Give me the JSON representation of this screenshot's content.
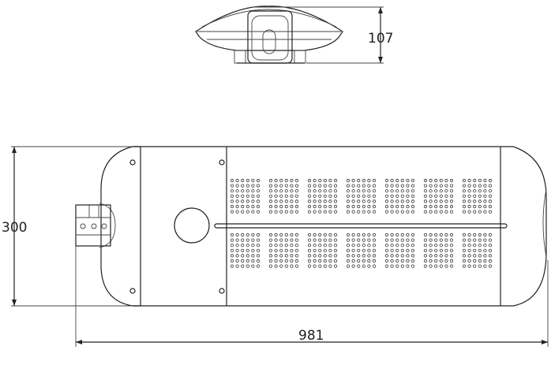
{
  "dimensions": {
    "height_top_view": "107",
    "width_front_view": "300",
    "overall_length": "981"
  },
  "colors": {
    "line": "#222222",
    "background": "#ffffff"
  },
  "led_panel": {
    "groups_per_row": 7,
    "dot_rows_per_group": 7,
    "dot_cols_per_group": 6,
    "bands": 2
  }
}
